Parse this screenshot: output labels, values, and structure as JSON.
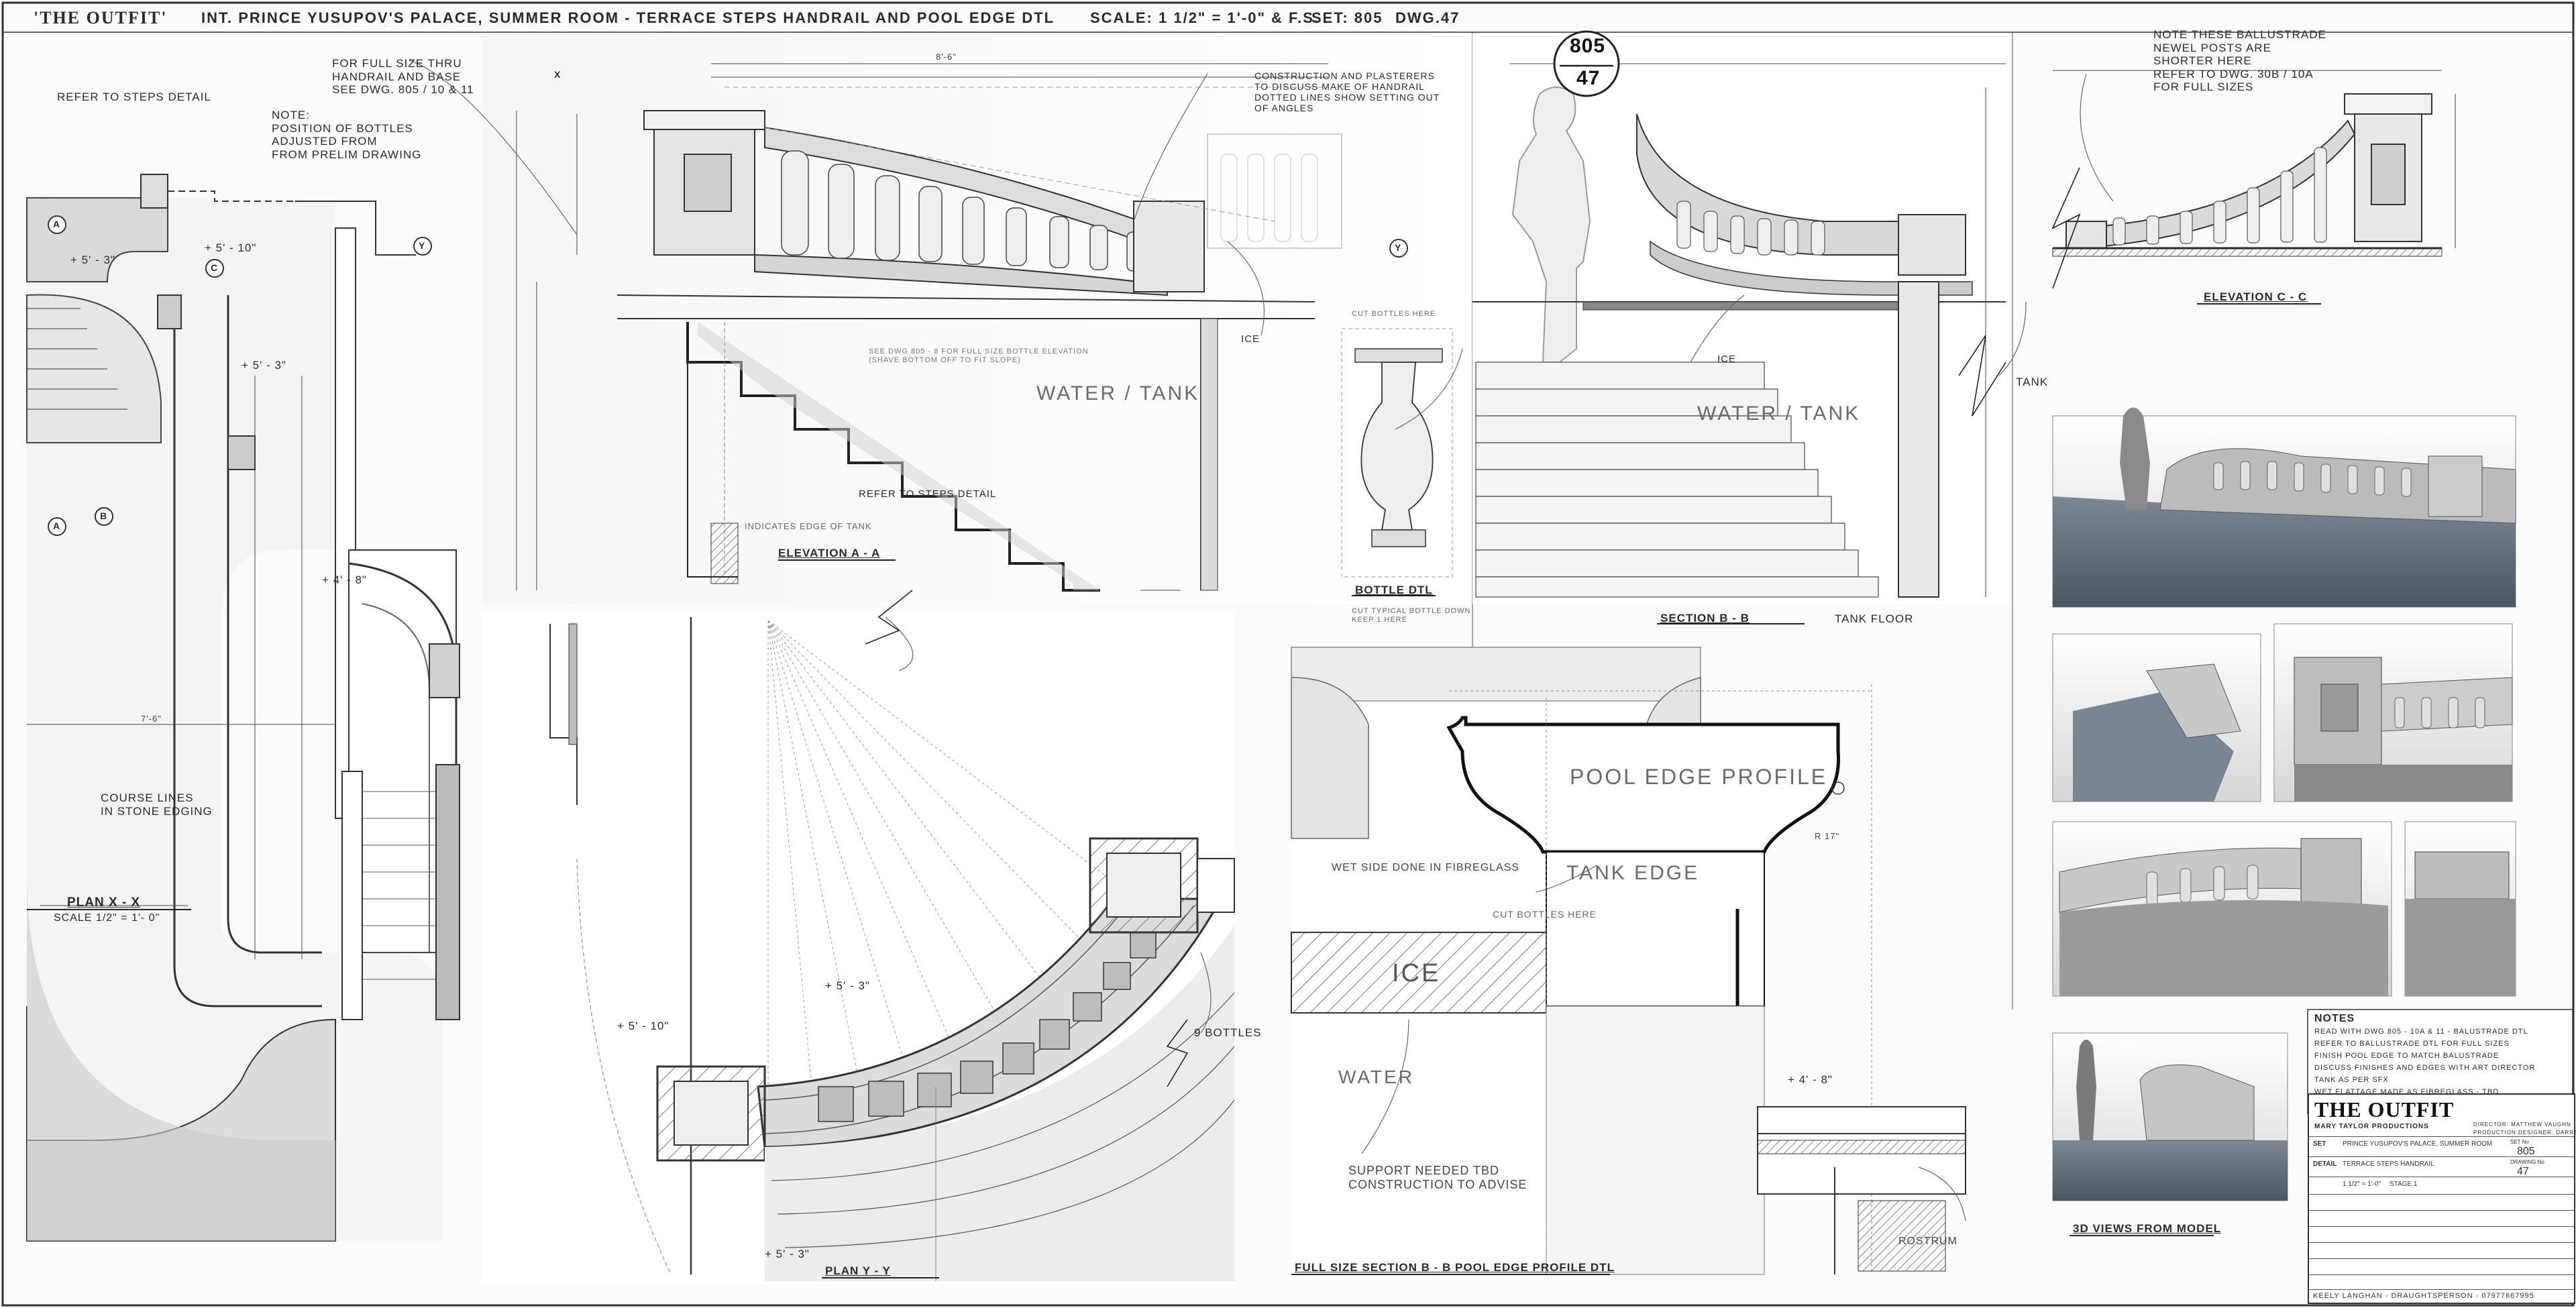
{
  "header": {
    "production": "'THE OUTFIT'",
    "title": "INT. PRINCE YUSUPOV'S PALACE, SUMMER ROOM - TERRACE STEPS HANDRAIL AND POOL EDGE DTL",
    "scale": "SCALE: 1 1/2\" = 1'-0\" & F.S.",
    "set": "SET: 805",
    "drawing": "DWG.47"
  },
  "stamp": {
    "set": "805",
    "drawing": "47"
  },
  "notes": {
    "refer_steps": "REFER TO STEPS DETAIL",
    "full_size": "FOR FULL SIZE THRU\nHANDRAIL AND BASE\nSEE DWG. 805 / 10 & 11",
    "bottles_note": "NOTE:\nPOSITION OF BOTTLES\nADJUSTED FROM\nFROM PRELIM DRAWING",
    "construction": "CONSTRUCTION AND PLASTERERS\nTO DISCUSS MAKE OF HANDRAIL\nDOTTED LINES SHOW SETTING OUT\nOF ANGLES",
    "balustrade": "NOTE THESE BALLUSTRADE\nNEWEL POSTS ARE\nSHORTER HERE\nREFER TO DWG. 30B / 10A\nFOR FULL SIZES",
    "course_lines": "COURSE LINES\nIN STONE EDGING",
    "refer_steps_2": "REFER TO STEPS DETAIL",
    "edge_of_tank": "INDICATES EDGE OF TANK",
    "see_dwg": "SEE DWG 805 - 8 FOR FULL SIZE BOTTLE ELEVATION\n(SHAVE BOTTOM OFF TO FIT SLOPE)",
    "cut_bottles": "CUT BOTTLES HERE",
    "cut_typical": "CUT TYPICAL BOTTLE DOWN\nKEEP 1 HERE",
    "nine_bottles": "9 BOTTLES",
    "cut_bottles_2": "CUT BOTTLES HERE",
    "wet_side": "WET SIDE DONE IN FIBREGLASS",
    "support": "SUPPORT NEEDED TBD\nCONSTRUCTION TO ADVISE",
    "rostrum": "ROSTRUM"
  },
  "labels": {
    "water_tank_a": "WATER / TANK",
    "water_tank_b": "WATER / TANK",
    "ice_a": "ICE",
    "ice_b": "ICE",
    "tank": "TANK",
    "pool_edge_profile": "POOL EDGE PROFILE",
    "tank_edge": "TANK EDGE",
    "ice_big": "ICE",
    "water": "WATER",
    "tank_floor": "TANK FLOOR"
  },
  "titles": {
    "plan_xx": "PLAN X - X",
    "plan_xx_scale": "SCALE 1/2\" = 1'- 0\"",
    "elevation_aa": "ELEVATION A - A",
    "bottle_dtl": "BOTTLE DTL",
    "section_bb": "SECTION B - B",
    "elevation_cc": "ELEVATION C - C",
    "plan_yy": "PLAN Y - Y",
    "full_size_section": "FULL SIZE SECTION B - B POOL EDGE PROFILE DTL",
    "views_3d": "3D VIEWS FROM MODEL"
  },
  "dims": {
    "d1": "+ 5' - 3\"",
    "d2": "+ 5' - 10\"",
    "d3": "+ 5' - 3\"",
    "d4": "+ 4' - 8\"",
    "d5": "+ 5' - 3\"",
    "d6": "+ 5' - 10\"",
    "d7": "+ 5' - 3\"",
    "d8": "+ 4' - 8\"",
    "d9": "7'-6\"",
    "d10": "8'-6\"",
    "d11": "R 17\""
  },
  "markers": {
    "x": "X",
    "y": "Y",
    "a": "A",
    "b": "B",
    "c": "C"
  },
  "notes_box": {
    "heading": "NOTES",
    "lines": [
      "READ WITH DWG 805 - 10A & 11 - BALUSTRADE DTL",
      "REFER TO BALLUSTRADE DTL FOR FULL SIZES",
      "FINISH POOL EDGE TO MATCH BALUSTRADE",
      "DISCUSS FINISHES AND EDGES WITH ART DIRECTOR",
      "TANK AS PER SFX",
      "WET FLATTAGE MADE AS FIBREGLASS - TBD"
    ]
  },
  "title_block": {
    "name": "THE OUTFIT",
    "company": "MARY TAYLOR PRODUCTIONS",
    "director": "DIRECTOR: MATTHEW VAUGHN",
    "designer": "PRODUCTION DESIGNER: DARREN GILFORD",
    "set_label": "SET",
    "set_value": "PRINCE YUSUPOV'S PALACE, SUMMER ROOM",
    "detail_label": "DETAIL",
    "detail_value": "TERRACE STEPS HANDRAIL",
    "set_no_label": "SET No",
    "set_no": "805",
    "dwg_no_label": "DRAWING No",
    "dwg_no": "47",
    "stage": "STAGE 1",
    "scale_value": "1 1/2\" = 1'-0\"",
    "footer": "KEELY LANGHAN - DRAUGHTSPERSON - 07977667995"
  }
}
